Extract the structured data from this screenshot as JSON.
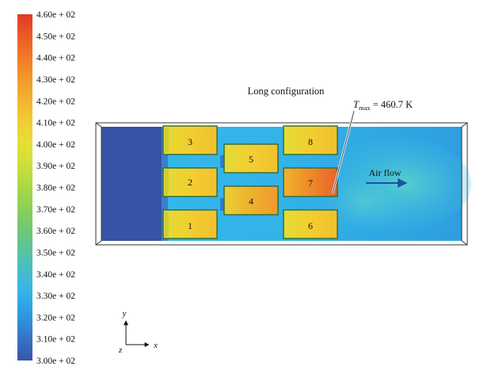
{
  "colorbar": {
    "labels": [
      "4.60e + 02",
      "4.50e + 02",
      "4.40e + 02",
      "4.30e + 02",
      "4.20e + 02",
      "4.10e + 02",
      "4.00e + 02",
      "3.90e + 02",
      "3.80e + 02",
      "3.70e + 02",
      "3.60e + 02",
      "3.50e + 02",
      "3.40e + 02",
      "3.30e + 02",
      "3.20e + 02",
      "3.10e + 02",
      "3.00e + 02"
    ],
    "colors": [
      "#e03b24",
      "#ec5a26",
      "#f07a28",
      "#f29a2c",
      "#f2b52f",
      "#efcf33",
      "#e6df36",
      "#cbe03a",
      "#a9d844",
      "#8bcf57",
      "#6dc878",
      "#56c3a2",
      "#44bcd0",
      "#33b1e8",
      "#2f95dd",
      "#3574c4",
      "#3a55a6"
    ]
  },
  "diagram": {
    "title": "Long configuration",
    "tmax_symbol": "T",
    "tmax_subscript": "max",
    "tmax_value": " = 460.7 K",
    "airflow_label": "Air flow",
    "chip_labels": [
      "1",
      "2",
      "3",
      "4",
      "5",
      "6",
      "7",
      "8"
    ]
  },
  "axes": {
    "y": "y",
    "x": "x",
    "z": "z"
  }
}
